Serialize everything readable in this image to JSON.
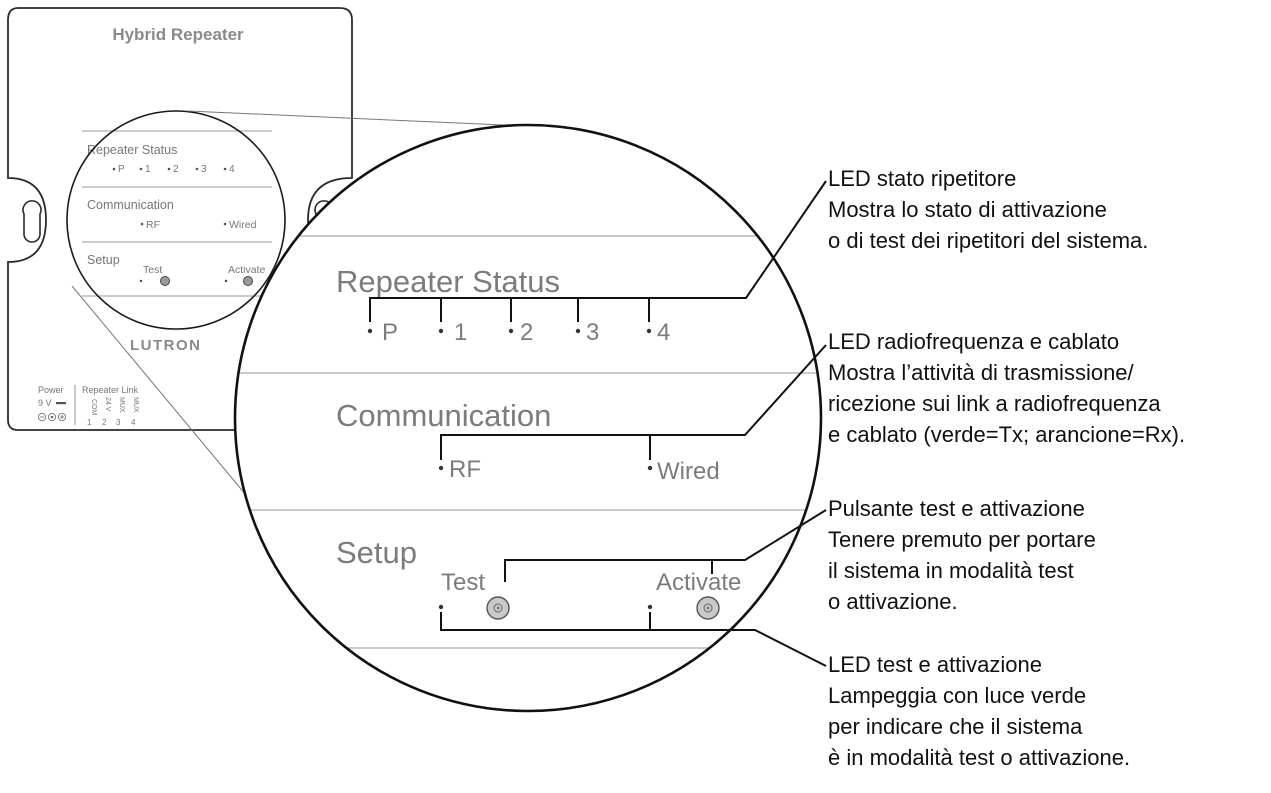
{
  "device": {
    "title": "Hybrid Repeater",
    "brand": "LUTRON",
    "status_group": "Repeater Status",
    "status_leds": [
      "P",
      "1",
      "2",
      "3",
      "4"
    ],
    "comm_group": "Communication",
    "comm_leds": [
      "RF",
      "Wired"
    ],
    "setup_group": "Setup",
    "setup_buttons": [
      "Test",
      "Activate"
    ],
    "power_label": "Power",
    "power_voltage": "9 V",
    "link_label": "Repeater Link",
    "link_terminals": [
      "COM",
      "24 V",
      "MUX",
      "MUX"
    ],
    "link_numbers": [
      "1",
      "2",
      "3",
      "4"
    ]
  },
  "zoom": {
    "status_group": "Repeater Status",
    "status_leds": [
      "P",
      "1",
      "2",
      "3",
      "4"
    ],
    "comm_group": "Communication",
    "comm_leds": [
      "RF",
      "Wired"
    ],
    "setup_group": "Setup",
    "setup_buttons": [
      "Test",
      "Activate"
    ]
  },
  "callouts": [
    {
      "title": "LED stato ripetitore",
      "lines": [
        "Mostra lo stato di attivazione",
        "o di test dei ripetitori del sistema."
      ]
    },
    {
      "title": "LED radiofrequenza e cablato",
      "lines": [
        "Mostra l’attività di trasmissione/",
        "ricezione sui link a radiofrequenza",
        "e cablato (verde=Tx; arancione=Rx)."
      ]
    },
    {
      "title": "Pulsante test e attivazione",
      "lines": [
        "Tenere premuto per portare",
        "il sistema in modalità test",
        "o attivazione."
      ]
    },
    {
      "title": "LED test e attivazione",
      "lines": [
        "Lampeggia con luce verde",
        "per indicare che il sistema",
        "è in modalità test o attivazione."
      ]
    }
  ]
}
